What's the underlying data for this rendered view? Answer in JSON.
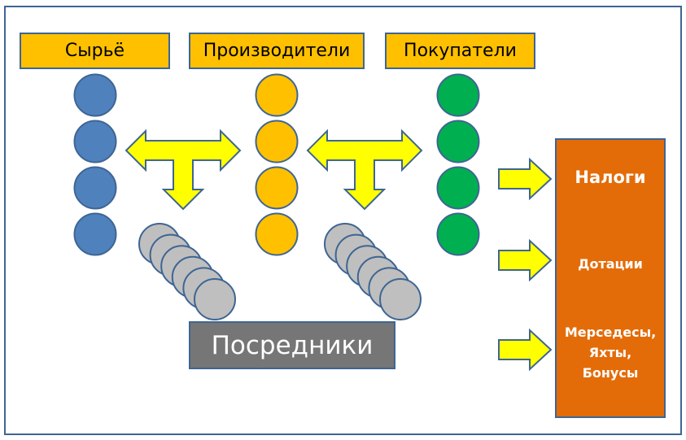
{
  "headers": {
    "raw": "Сырьё",
    "producers": "Производители",
    "buyers": "Покупатели"
  },
  "intermediaries_label": "Посредники",
  "sink": {
    "taxes": "Налоги",
    "subsidies": "Дотации",
    "perks": [
      "Мерседесы,",
      "Яхты,",
      "Бонусы"
    ]
  },
  "colors": {
    "raw_circles": "#4f81bd",
    "producer_circles": "#ffc000",
    "buyer_circles": "#00b050",
    "intermediary_circles": "#bfbfbf",
    "arrows": "#ffff00",
    "outline": "#3e6593",
    "sink_box": "#e36c09",
    "header_fill": "#ffc000",
    "intermediary_box": "#767676"
  },
  "counts": {
    "circles_per_column": 4,
    "intermediary_stack": 6
  }
}
